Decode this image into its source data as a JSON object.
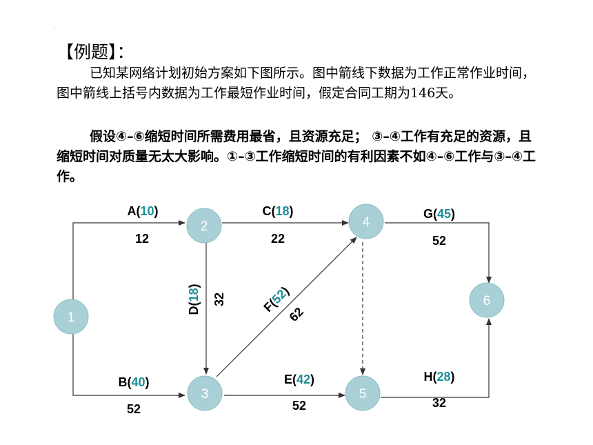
{
  "title": "【例题】：",
  "paragraph1": "已知某网络计划初始方案如下图所示。图中箭线下数据为工作正常作业时间，图中箭线上括号内数据为工作最短作业时间，假定合同工期为146天。",
  "paragraph2": "假设④–⑥缩短时间所需费用最省，且资源充足； ③–④工作有充足的资源，且缩短时间对质量无太大影响。①–③工作缩短时间的有利因素不如④–⑥工作与③–④工作。",
  "nodes": [
    "1",
    "2",
    "3",
    "4",
    "5",
    "6"
  ],
  "edges": {
    "A": {
      "name": "A",
      "min": "10",
      "normal": "12"
    },
    "B": {
      "name": "B",
      "min": "40",
      "normal": "52"
    },
    "C": {
      "name": "C",
      "min": "18",
      "normal": "22"
    },
    "D": {
      "name": "D",
      "min": "18",
      "normal": "32"
    },
    "E": {
      "name": "E",
      "min": "42",
      "normal": "52"
    },
    "F": {
      "name": "F",
      "min": "52",
      "normal": "62"
    },
    "G": {
      "name": "G",
      "min": "45",
      "normal": "52"
    },
    "H": {
      "name": "H",
      "min": "28",
      "normal": "32"
    }
  },
  "colors": {
    "node_fill": "#a9d0d6",
    "node_stroke": "#8bbcc4",
    "min_value": "#1a8f99",
    "line": "#333333"
  }
}
